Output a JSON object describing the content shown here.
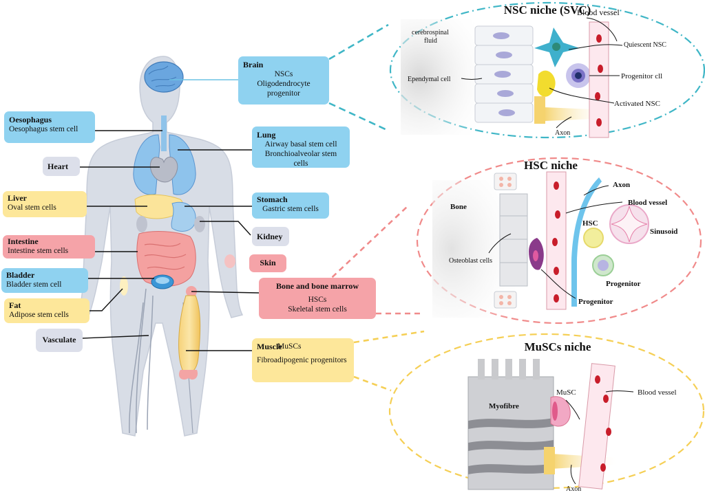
{
  "organs": {
    "brain": {
      "title": "Brain",
      "lines": [
        "NSCs",
        "Oligodendrocyte",
        "progenitor"
      ]
    },
    "oesophagus": {
      "title": "Oesophagus",
      "lines": [
        "Oesophagus stem cell"
      ]
    },
    "lung": {
      "title": "Lung",
      "lines": [
        "Airway basal stem cell",
        "Bronchioalveolar stem cells"
      ]
    },
    "heart": {
      "title": "Heart"
    },
    "liver": {
      "title": "Liver",
      "lines": [
        "Oval stem cells"
      ]
    },
    "stomach": {
      "title": "Stomach",
      "lines": [
        "Gastric stem cells"
      ]
    },
    "kidney": {
      "title": "Kidney"
    },
    "intestine": {
      "title": "Intestine",
      "lines": [
        "Intestine stem cells"
      ]
    },
    "skin": {
      "title": "Skin"
    },
    "bladder": {
      "title": "Bladder",
      "lines": [
        "Bladder stem cell"
      ]
    },
    "bone": {
      "title": "Bone and bone marrow",
      "lines": [
        "HSCs",
        "Skeletal stem cells"
      ]
    },
    "fat": {
      "title": "Fat",
      "lines": [
        "Adipose stem cells"
      ]
    },
    "vasculate": {
      "title": "Vasculate"
    },
    "muscle": {
      "title": "Muscle",
      "lines": [
        "MuSCs",
        "Fibroadipogenic  progenitors"
      ]
    }
  },
  "nsc": {
    "title": "NSC niche (SVC)",
    "csf": [
      "cerebrospinal",
      "fluid"
    ],
    "blood_vessel": "Blood vessel",
    "quiescent": "Quiescent NSC",
    "progenitor": "Progenitor cll",
    "ependymal": "Ependymal cell",
    "activated": "Activated NSC",
    "axon": "Axon"
  },
  "hsc": {
    "title": "HSC niche",
    "bone": "Bone",
    "axon": "Axon",
    "blood_vessel": "Blood vessel",
    "hsc": "HSC",
    "sinusoid": "Sinusoid",
    "osteoblast": "Osteoblast cells",
    "progenitor_right": "Progenitor",
    "progenitor_bottom": "Progenitor"
  },
  "muscs": {
    "title": "MuSCs niche",
    "myofibre": "Myofibre",
    "musc": "MuSC",
    "blood_vessel": "Blood vessel",
    "axon": "Axon"
  },
  "colors": {
    "blue_box": "#8fd2f0",
    "yellow_box": "#fde79a",
    "pink_box": "#f5a3a8",
    "gray_box": "#dcdfea",
    "nsc_dash": "#3fb6c6",
    "hsc_dash": "#f08a8a",
    "musc_dash": "#f5cf55"
  }
}
